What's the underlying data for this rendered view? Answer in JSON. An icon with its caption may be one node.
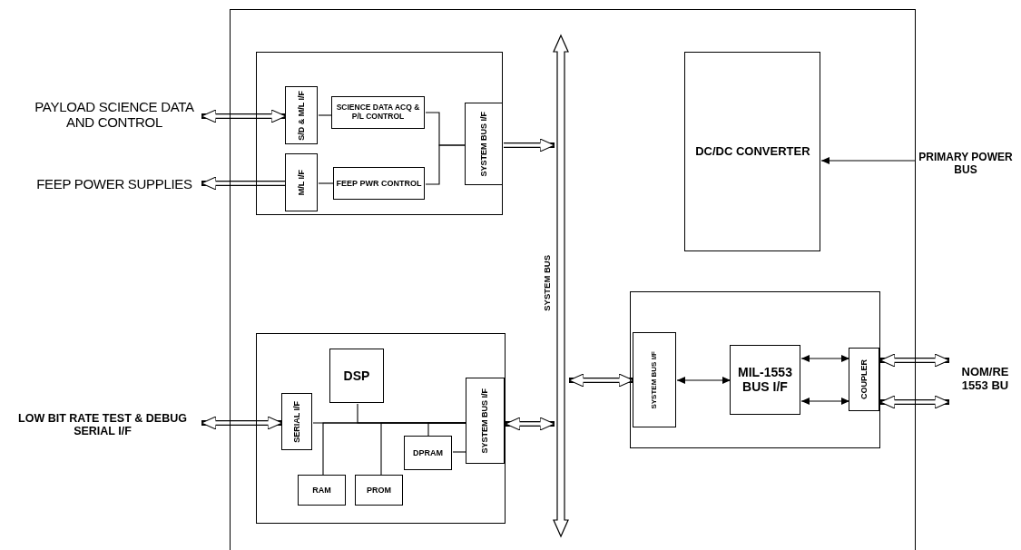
{
  "diagram": {
    "nodes": [
      {
        "text": [],
        "shape": "box"
      },
      {
        "text": [],
        "shape": "box",
        "in": 0
      },
      {
        "text": [
          "S/D & M/L I/F"
        ],
        "in": 1
      },
      {
        "text": [
          "SCIENCE DATA ACQ & P/L CONTROL"
        ],
        "in": 1
      },
      {
        "text": [
          "M/L I/F"
        ],
        "in": 1
      },
      {
        "text": [
          "FEEP PWR CONTROL"
        ],
        "in": 1
      },
      {
        "text": [
          "SYSTEM BUS I/F"
        ],
        "in": 1
      },
      {
        "text": [],
        "shape": "arrow",
        "in": 0,
        "beside": [
          "SYSTEM BUS"
        ]
      },
      {
        "text": [
          "DC/DC CONVERTER"
        ],
        "in": 0
      },
      {
        "text": [],
        "shape": "box",
        "in": 0
      },
      {
        "text": [
          "SYSTEM BUS I/F"
        ],
        "in": 9
      },
      {
        "text": [
          "MIL-1553 BUS I/F"
        ],
        "in": 9
      },
      {
        "text": [
          "COUPLER"
        ],
        "in": 9
      },
      {
        "text": [],
        "shape": "box",
        "in": 0
      },
      {
        "text": [
          "DSP"
        ],
        "in": 13
      },
      {
        "text": [
          "SERIAL I/F"
        ],
        "in": 13
      },
      {
        "text": [
          "SYSTEM BUS I/F"
        ],
        "in": 13
      },
      {
        "text": [
          "DPRAM"
        ],
        "in": 13
      },
      {
        "text": [
          "RAM"
        ],
        "in": 13
      },
      {
        "text": [
          "PROM"
        ],
        "in": 13
      },
      {
        "text": [
          "PAYLOAD SCIENCE DATA AND CONTROL"
        ]
      },
      {
        "text": [
          "FEEP POWER SUPPLIES"
        ]
      },
      {
        "text": [
          "PRIMARY POWER BUS"
        ]
      },
      {
        "text": [
          "LOW BIT RATE TEST & DEBUG SERIAL I/F"
        ]
      },
      {
        "text": [
          "NOM/RE 1553 BU"
        ]
      }
    ],
    "edges": [
      {
        "from": 20,
        "to": 2,
        "arrow": "both",
        "style": "thick"
      },
      {
        "from": 4,
        "to": 21,
        "arrow": "to",
        "style": "thick"
      },
      {
        "from": 2,
        "to": 3,
        "arrow": "none"
      },
      {
        "from": 3,
        "to": 6,
        "arrow": "none"
      },
      {
        "from": 5,
        "to": 6,
        "arrow": "none"
      },
      {
        "from": 4,
        "to": 5,
        "arrow": "none"
      },
      {
        "from": 6,
        "to": 7,
        "arrow": "to",
        "style": "thick"
      },
      {
        "from": 22,
        "to": 8,
        "arrow": "to"
      },
      {
        "from": 7,
        "to": 10,
        "arrow": "both",
        "style": "thick"
      },
      {
        "from": 10,
        "to": 11,
        "arrow": "both"
      },
      {
        "from": 11,
        "to": 12,
        "arrow": "both"
      },
      {
        "from": 11,
        "to": 12,
        "arrow": "both"
      },
      {
        "from": 12,
        "to": 24,
        "arrow": "both",
        "style": "thick"
      },
      {
        "from": 12,
        "to": 24,
        "arrow": "both",
        "style": "thick"
      },
      {
        "from": 23,
        "to": 15,
        "arrow": "both",
        "style": "thick"
      },
      {
        "from": 16,
        "to": 7,
        "arrow": "both",
        "style": "thick"
      },
      {
        "from": 15,
        "to": 16,
        "arrow": "none"
      },
      {
        "from": 14,
        "to": 16,
        "arrow": "none"
      },
      {
        "from": 18,
        "to": 16,
        "arrow": "none"
      },
      {
        "from": 19,
        "to": 16,
        "arrow": "none"
      },
      {
        "from": 17,
        "to": 16,
        "arrow": "none"
      },
      {
        "from": 17,
        "to": 16,
        "arrow": "none"
      }
    ]
  }
}
